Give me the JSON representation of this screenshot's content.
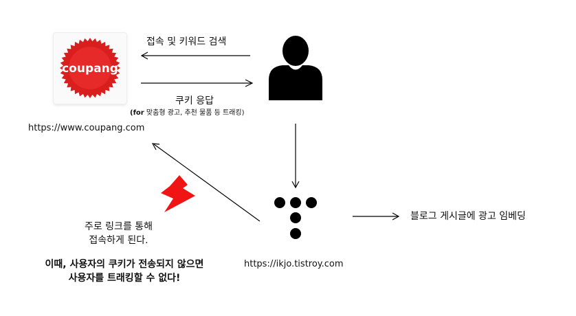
{
  "logo": {
    "brand_text": "coupang",
    "badge_color": "#d91e1e",
    "icon": "coupang-seal-logo"
  },
  "coupang_url": "https://www.coupang.com",
  "user_icon": "user-icon",
  "request_label": "접속 및 키워드 검색",
  "response_label": "쿠키 응답",
  "response_sublabel": {
    "prefix": "(for",
    "rest": " 맞춤형 광고, 추천 물품 등 트래킹)"
  },
  "tistroy_icon": "dots-logo-icon",
  "tistroy_url": "https://ikjo.tistroy.com",
  "embed_label": "블로그 게시글에 광고 임베딩",
  "lightning_icon": "lightning-icon",
  "lightning_color": "#f01414",
  "link_note": [
    "주로 링크를 통해",
    "접속하게 된다."
  ],
  "warning": [
    "이때, 사용자의 쿠키가 전송되지 않으면",
    "사용자를 트래킹할 수 없다!"
  ]
}
